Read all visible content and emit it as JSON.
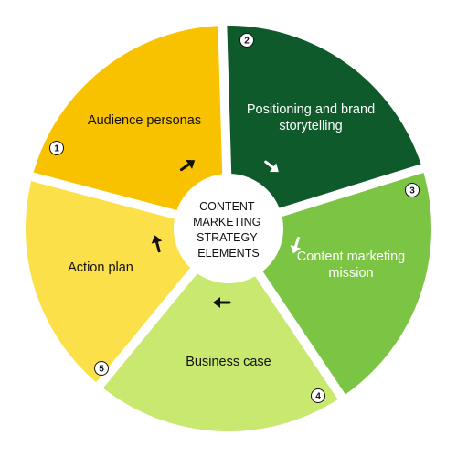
{
  "center": {
    "lines": [
      "CONTENT",
      "MARKETING",
      "STRATEGY",
      "ELEMENTS"
    ]
  },
  "segments": [
    {
      "number": "1",
      "lines": [
        "Audience personas"
      ],
      "color": "#F9C200",
      "text_color": "#111111",
      "arrow_color": "#111111"
    },
    {
      "number": "2",
      "lines": [
        "Positioning and brand",
        "storytelling"
      ],
      "color": "#0E5A2A",
      "text_color": "#FFFFFF",
      "arrow_color": "#FFFFFF"
    },
    {
      "number": "3",
      "lines": [
        "Content marketing",
        "mission"
      ],
      "color": "#7CC443",
      "text_color": "#FFFFFF",
      "arrow_color": "#FFFFFF"
    },
    {
      "number": "4",
      "lines": [
        "Business case"
      ],
      "color": "#C8E870",
      "text_color": "#111111",
      "arrow_color": "#111111"
    },
    {
      "number": "5",
      "lines": [
        "Action plan"
      ],
      "color": "#FBE04A",
      "text_color": "#111111",
      "arrow_color": "#111111"
    }
  ]
}
